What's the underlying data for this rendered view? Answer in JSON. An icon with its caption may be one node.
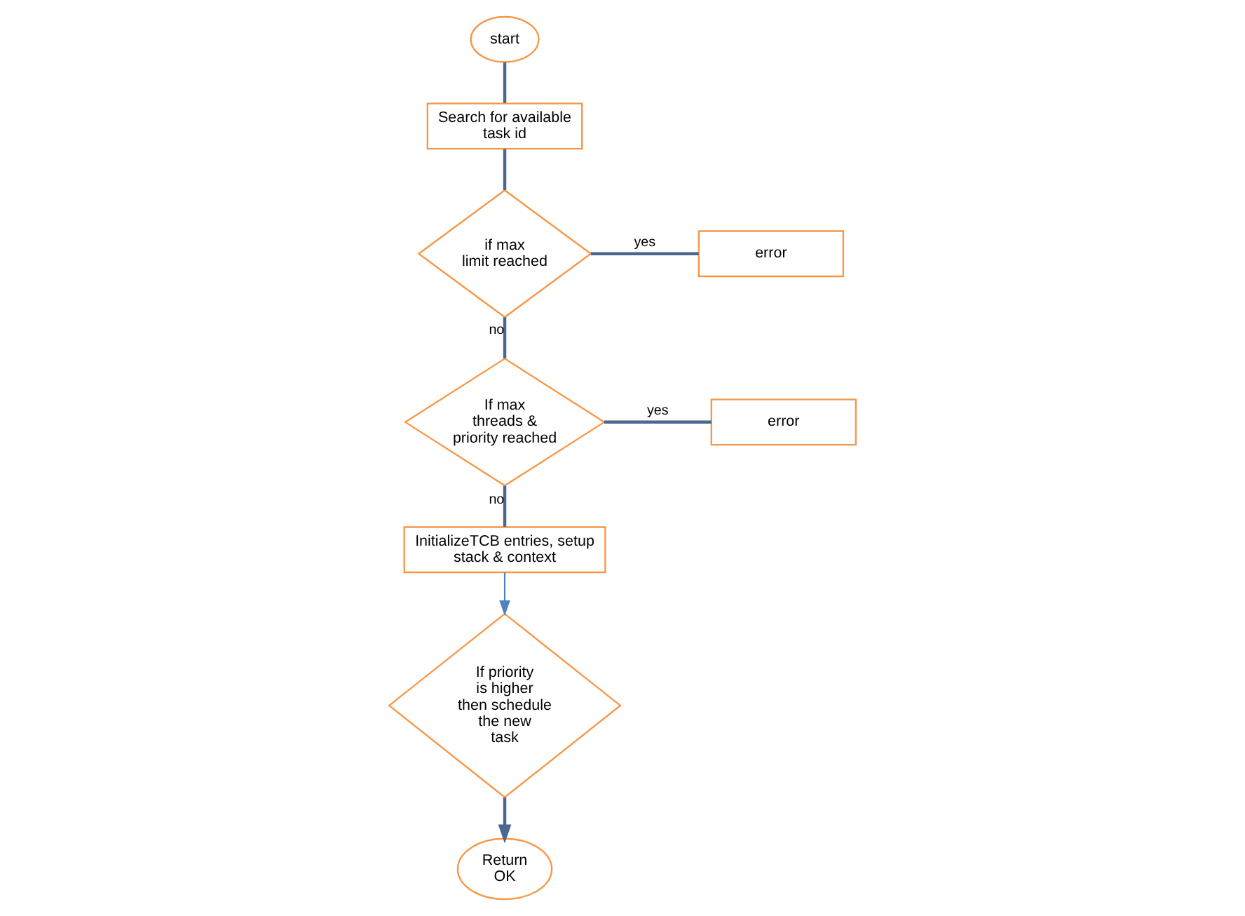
{
  "diagram": {
    "nodes": [
      {
        "text": [
          "start"
        ]
      },
      {
        "text": [
          "Search for available task id"
        ]
      },
      {
        "text": [
          "if max limit reached"
        ]
      },
      {
        "text": [
          "error"
        ]
      },
      {
        "text": [
          "If max threads & priority reached"
        ]
      },
      {
        "text": [
          "error"
        ]
      },
      {
        "text": [
          "InitializeTCB entries, setup stack & context"
        ]
      },
      {
        "text": [
          "If priority is higher then schedule the new task"
        ]
      },
      {
        "text": [
          "Return OK"
        ]
      }
    ],
    "edges": [
      {
        "from": 0,
        "to": 1,
        "arrow": "none"
      },
      {
        "from": 1,
        "to": 2,
        "arrow": "none"
      },
      {
        "from": 2,
        "to": 3,
        "arrow": "none",
        "label": "yes"
      },
      {
        "from": 2,
        "to": 4,
        "arrow": "none",
        "label": "no"
      },
      {
        "from": 4,
        "to": 5,
        "arrow": "none",
        "label": "yes"
      },
      {
        "from": 4,
        "to": 6,
        "arrow": "none",
        "label": "no"
      },
      {
        "from": 6,
        "to": 7,
        "arrow": "to",
        "color": "#4f81bd"
      },
      {
        "from": 7,
        "to": 8,
        "arrow": "to"
      }
    ]
  }
}
